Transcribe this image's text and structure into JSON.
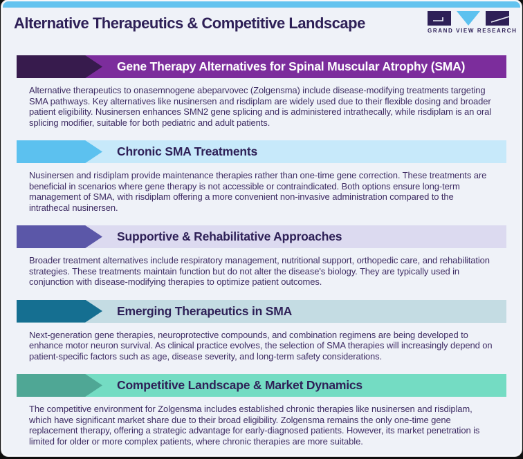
{
  "header": {
    "title": "Alternative Therapeutics & Competitive Landscape",
    "logo_text": "GRAND VIEW RESEARCH"
  },
  "theme": {
    "background": "#eff2f8",
    "top_stripe": "#63c3ef",
    "title_color": "#2e2057",
    "body_text_color": "#3e2c63",
    "logo_dark": "#2e2057",
    "logo_blue": "#5cc1ef"
  },
  "sections": [
    {
      "heading": "Gene Therapy Alternatives for Spinal Muscular Atrophy (SMA)",
      "heading_color": "#ffffff",
      "band_color": "#7c2d9c",
      "arrow_color": "#371b4d",
      "body": "Alternative therapeutics to onasemnogene abeparvovec (Zolgensma) include disease-modifying treatments targeting SMA pathways. Key alternatives like nusinersen and risdiplam are widely used due to their flexible dosing and broader patient eligibility. Nusinersen enhances SMN2 gene splicing and is administered intrathecally, while risdiplam is an oral splicing modifier, suitable for both pediatric and adult patients."
    },
    {
      "heading": "Chronic SMA Treatments",
      "heading_color": "#2e2057",
      "band_color": "#c7e9fa",
      "arrow_color": "#5cc1ef",
      "body": "Nusinersen and risdiplam provide maintenance therapies rather than one-time gene correction. These treatments are beneficial in scenarios where gene therapy is not accessible or contraindicated. Both options ensure long-term management of SMA, with risdiplam offering a more convenient non-invasive administration compared to the intrathecal nusinersen."
    },
    {
      "heading": "Supportive & Rehabilitative Approaches",
      "heading_color": "#2e2057",
      "band_color": "#dcdaf0",
      "arrow_color": "#5b57a8",
      "body": "Broader treatment alternatives include respiratory management, nutritional support, orthopedic care, and rehabilitation strategies. These treatments maintain function but do not alter the disease's biology. They are typically used in conjunction with disease-modifying therapies to optimize patient outcomes."
    },
    {
      "heading": "Emerging Therapeutics in SMA",
      "heading_color": "#2e2057",
      "band_color": "#c4dce3",
      "arrow_color": "#156f91",
      "body": "Next-generation gene therapies, neuroprotective compounds, and combination regimens are being developed to enhance motor neuron survival. As clinical practice evolves, the selection of SMA therapies will increasingly depend on patient-specific factors such as age, disease severity, and long-term safety considerations."
    },
    {
      "heading": "Competitive Landscape & Market Dynamics",
      "heading_color": "#2e2057",
      "band_color": "#74dcc3",
      "arrow_color": "#4fa795",
      "body": "The competitive environment for Zolgensma includes established chronic therapies like nusinersen and risdiplam, which have significant market share due to their broad eligibility. Zolgensma remains the only one-time gene replacement therapy, offering a strategic advantage for early-diagnosed patients. However, its market penetration is limited for older or more complex patients, where chronic therapies are more suitable."
    }
  ]
}
